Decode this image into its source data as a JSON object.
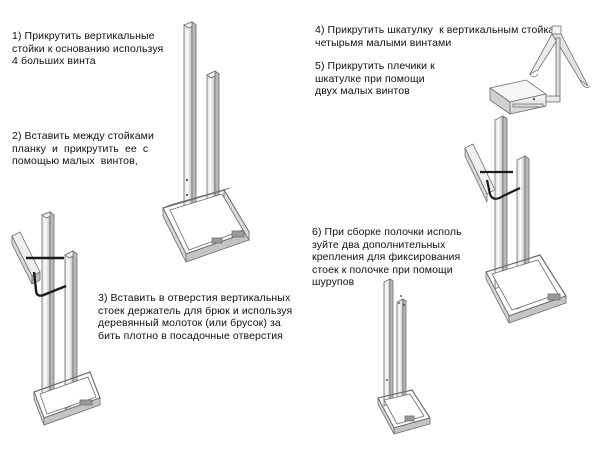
{
  "steps": [
    {
      "id": "s1",
      "text": "1) Прикрутить вертикальные\nстойки к основанию используя\n4 больших винта"
    },
    {
      "id": "s2",
      "text": "2) Вставить между стойками\nпланку  и  прикрутить  ее  с\nпомощью малых  винтов,"
    },
    {
      "id": "s3",
      "text": "3) Вставить в отверстия вертикальных\nстоек держатель для брюк и используя\nдеревянный молоток (или брусок) за\nбить плотно в посадочные отверстия"
    },
    {
      "id": "s4",
      "text": "4) Прикрутить шкатулку  к вертикальным стойкам\nчетырьмя малыми винтами"
    },
    {
      "id": "s5",
      "text": "5) Прикрутить плечики к\nшкатулке при помощи\nдвух малых винтов"
    },
    {
      "id": "s6",
      "text": "6) При сборке полочки исполь\nзуйте два дополнительных\nкрепления для фиксирования\nстоек к полочке при помощи\nшурупов"
    }
  ],
  "colors": {
    "wood_light": "#f4f4f4",
    "wood_side": "#c9c9c9",
    "wood_shadow": "#9a9a9a",
    "outline": "#6e6e6e",
    "bar": "#1a1a1a"
  }
}
